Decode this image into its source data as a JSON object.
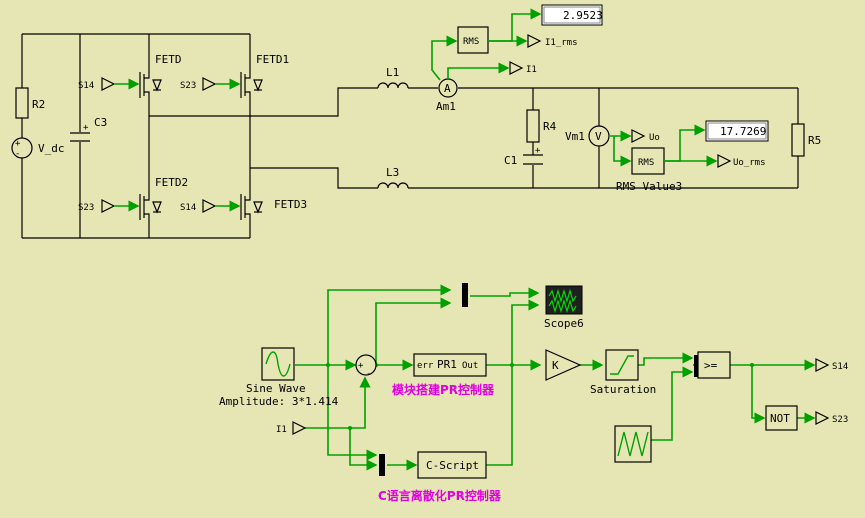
{
  "colors": {
    "background": "#e6e6b4",
    "signal_wire": "#00a000",
    "power_wire": "#000000",
    "annotation": "#e000e0"
  },
  "power_circuit": {
    "source": "V_dc",
    "resistor_r2": "R2",
    "capacitor_c3": "C3",
    "switches": {
      "fetd": "FETD",
      "fetd1": "FETD1",
      "fetd2": "FETD2",
      "fetd3": "FETD3"
    },
    "gate_signals": {
      "g1": "S14",
      "g2": "S23",
      "g3": "S23",
      "g4": "S14"
    },
    "inductor_l1": "L1",
    "inductor_l3": "L3",
    "ammeter": "Am1",
    "ammeter_symbol": "A",
    "resistor_r4": "R4",
    "capacitor_c1": "C1",
    "voltmeter": "Vm1",
    "voltmeter_symbol": "V",
    "resistor_r5": "R5",
    "rms_block1": "RMS",
    "rms_block2": "RMS",
    "rms_label2": "RMS Value3",
    "display1_value": "2.9523",
    "display2_value": "17.7269",
    "out_i1_rms": "I1_rms",
    "out_i1": "I1",
    "out_uo": "Uo",
    "out_uo_rms": "Uo_rms"
  },
  "control_circuit": {
    "sine_name": "Sine Wave",
    "sine_amplitude": "Amplitude: 3*1.414",
    "sum_plus": "+",
    "sum_minus": "-",
    "pr_block_in": "err",
    "pr_block_name": "PR1",
    "pr_block_out": "Out",
    "note_module_pr": "模块搭建PR控制器",
    "note_c_pr": "C语言离散化PR控制器",
    "input_i1": "I1",
    "cscript": "C-Script",
    "scope": "Scope6",
    "gain": "K",
    "saturation": "Saturation",
    "comparator": ">=",
    "not_gate": "NOT",
    "out_s14": "S14",
    "out_s23": "S23"
  }
}
